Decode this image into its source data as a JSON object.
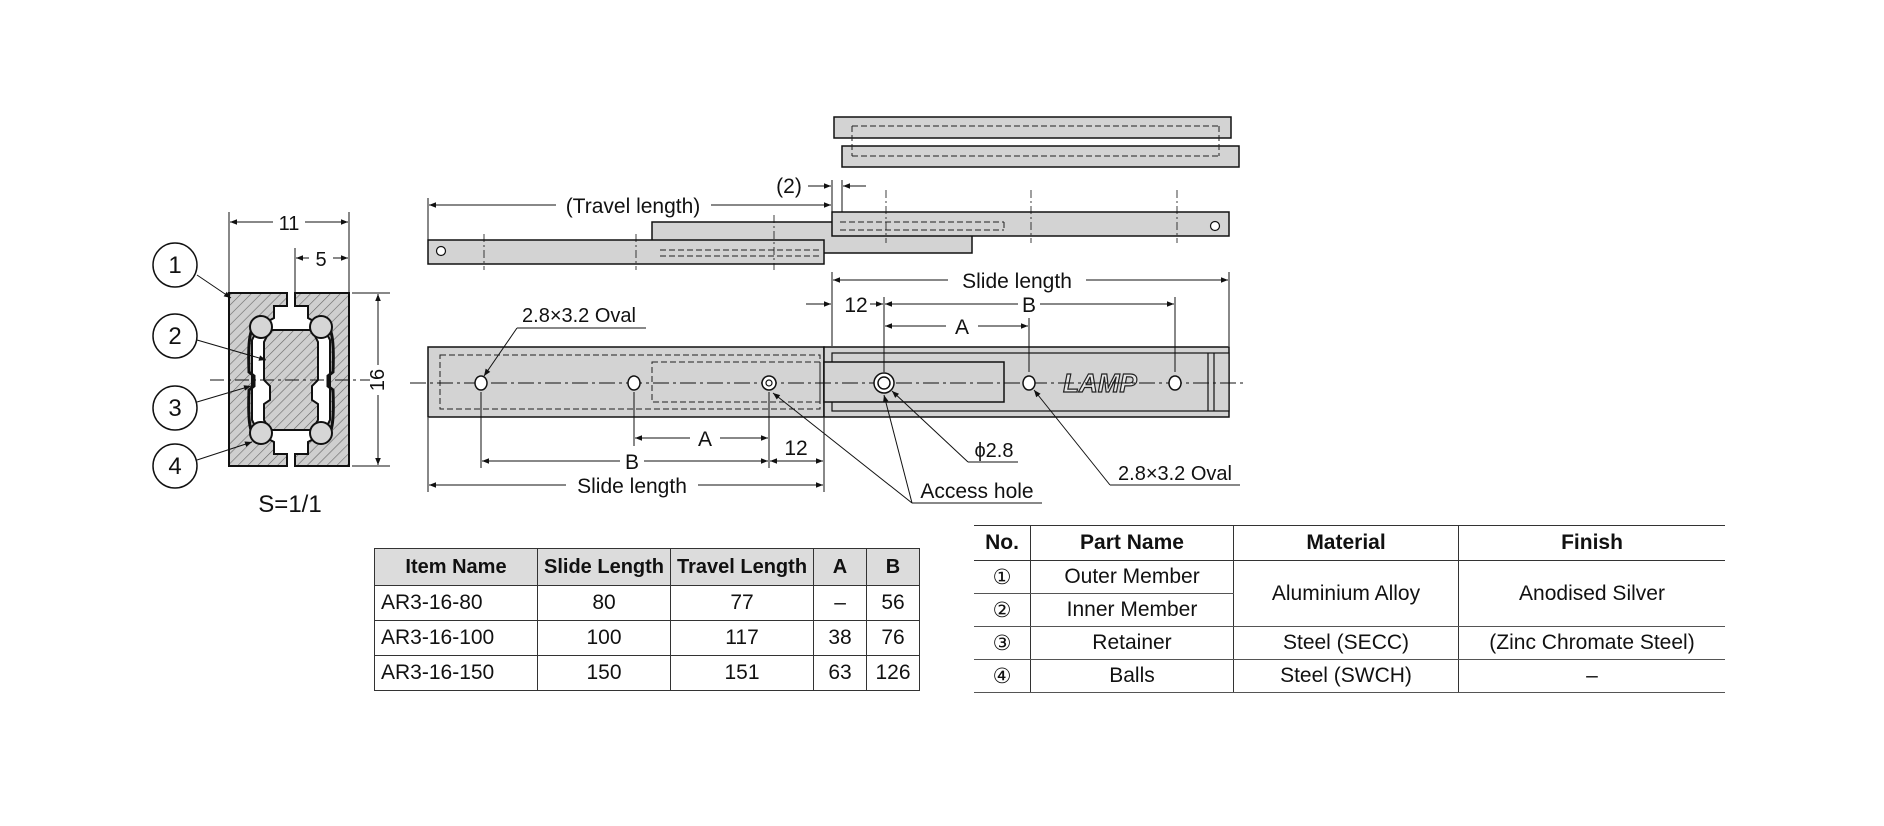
{
  "section": {
    "callouts": [
      "1",
      "2",
      "3",
      "4"
    ],
    "dim_width": "11",
    "dim_inner": "5",
    "dim_height": "16",
    "scale_label": "S=1/1"
  },
  "extended_view": {
    "travel_length_label": "(Travel length)",
    "offset_label": "(2)"
  },
  "plan_view": {
    "slide_length_label": "Slide length",
    "dim_12": "12",
    "dim_B": "B",
    "dim_A": "A",
    "oval_label": "2.8×3.2 Oval",
    "hole_diameter": "ϕ2.8",
    "access_hole": "Access hole",
    "logo_text": "LAMP"
  },
  "spec_table": {
    "headers": [
      "Item Name",
      "Slide Length",
      "Travel Length",
      "A",
      "B"
    ],
    "rows": [
      [
        "AR3-16-80",
        "80",
        "77",
        "–",
        "56"
      ],
      [
        "AR3-16-100",
        "100",
        "117",
        "38",
        "76"
      ],
      [
        "AR3-16-150",
        "150",
        "151",
        "63",
        "126"
      ]
    ]
  },
  "parts_table": {
    "headers": [
      "No.",
      "Part Name",
      "Material",
      "Finish"
    ],
    "rows": [
      {
        "no": "①",
        "part": "Outer Member",
        "material": "Aluminium Alloy",
        "finish": "Anodised Silver"
      },
      {
        "no": "②",
        "part": "Inner Member",
        "material": "Aluminium Alloy",
        "finish": "Anodised Silver"
      },
      {
        "no": "③",
        "part": "Retainer",
        "material": "Steel (SECC)",
        "finish": "(Zinc Chromate Steel)"
      },
      {
        "no": "④",
        "part": "Balls",
        "material": "Steel (SWCH)",
        "finish": "–"
      }
    ]
  }
}
